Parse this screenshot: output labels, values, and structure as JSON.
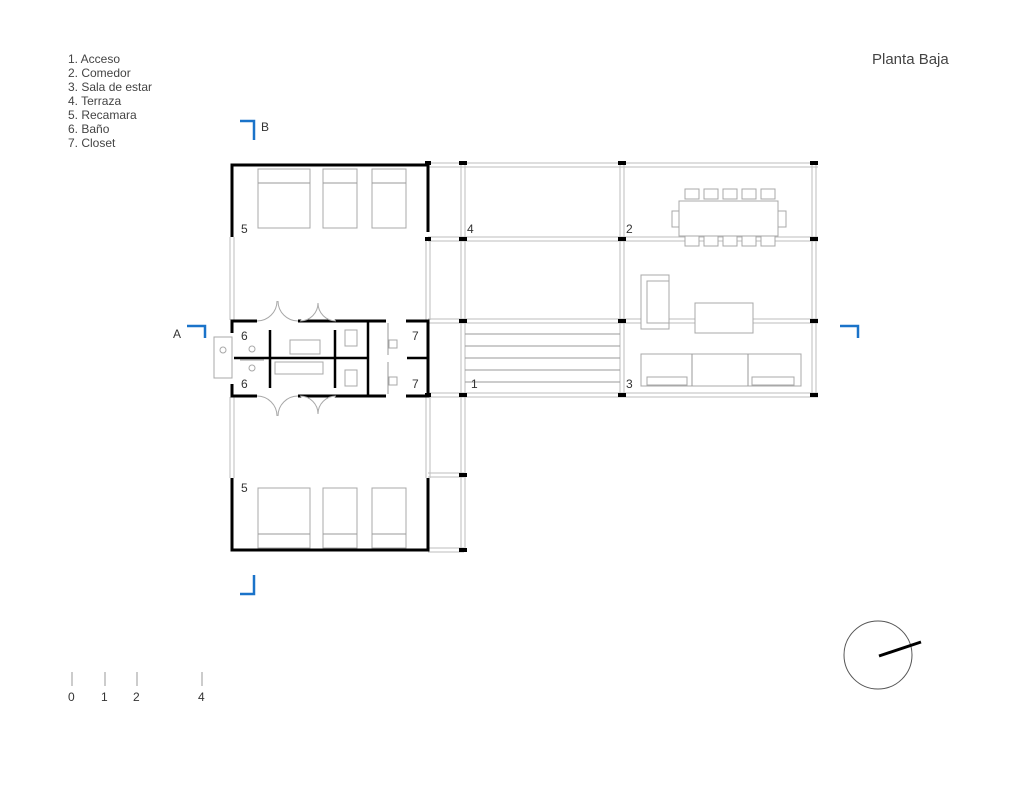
{
  "title": "Planta Baja",
  "legend": [
    "1. Acceso",
    "2. Comedor",
    "3. Sala de estar",
    "4. Terraza",
    "5. Recamara",
    "6. Baño",
    "7. Closet"
  ],
  "room_labels": {
    "r5a": "5",
    "r5b": "5",
    "r6a": "6",
    "r6b": "6",
    "r7a": "7",
    "r7b": "7",
    "r1": "1",
    "r2": "2",
    "r3": "3",
    "r4": "4"
  },
  "section_marks": {
    "a": "A",
    "b": "B"
  },
  "scale": {
    "t0": "0",
    "t1": "1",
    "t2": "2",
    "t4": "4"
  },
  "colors": {
    "section_mark": "#1a73c9",
    "wall": "#000000",
    "line": "#bdbdbd"
  },
  "icons": {
    "north_arrow": "north-arrow-icon"
  }
}
